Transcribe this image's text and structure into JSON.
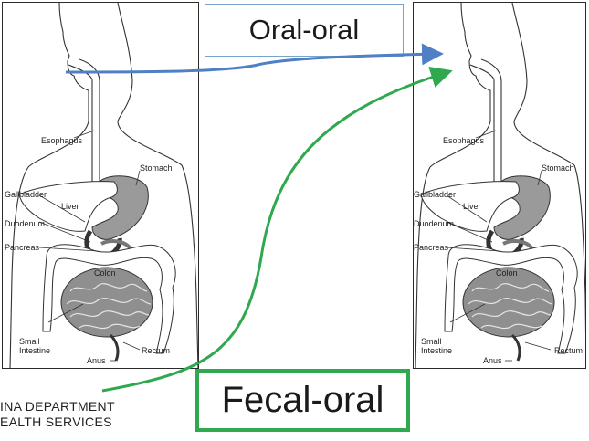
{
  "flows": {
    "oral_oral": {
      "label": "Oral-oral",
      "color": "#4f7fc4"
    },
    "fecal_oral": {
      "label": "Fecal-oral",
      "color": "#2fa84f"
    }
  },
  "logo": {
    "line1": "INA DEPARTMENT",
    "line2": "EALTH SERVICES"
  },
  "anatomy_labels": {
    "esophagus": "Esophagus",
    "stomach": "Stomach",
    "gallbladder": "Gallbladder",
    "liver": "Liver",
    "duodenum": "Duodenum",
    "pancreas": "Pancreas",
    "colon": "Colon",
    "small_intestine": "Small Intestine",
    "anus": "Anus",
    "rectum": "Rectum"
  }
}
